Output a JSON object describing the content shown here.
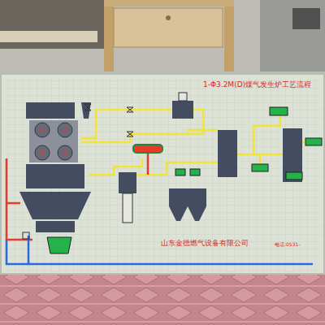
{
  "diagram": {
    "title": "1-Φ3.2M(D)煤气发生炉工艺流程",
    "labels": [
      "山东金德燃气设备有限公司",
      "电话:0531-"
    ]
  }
}
